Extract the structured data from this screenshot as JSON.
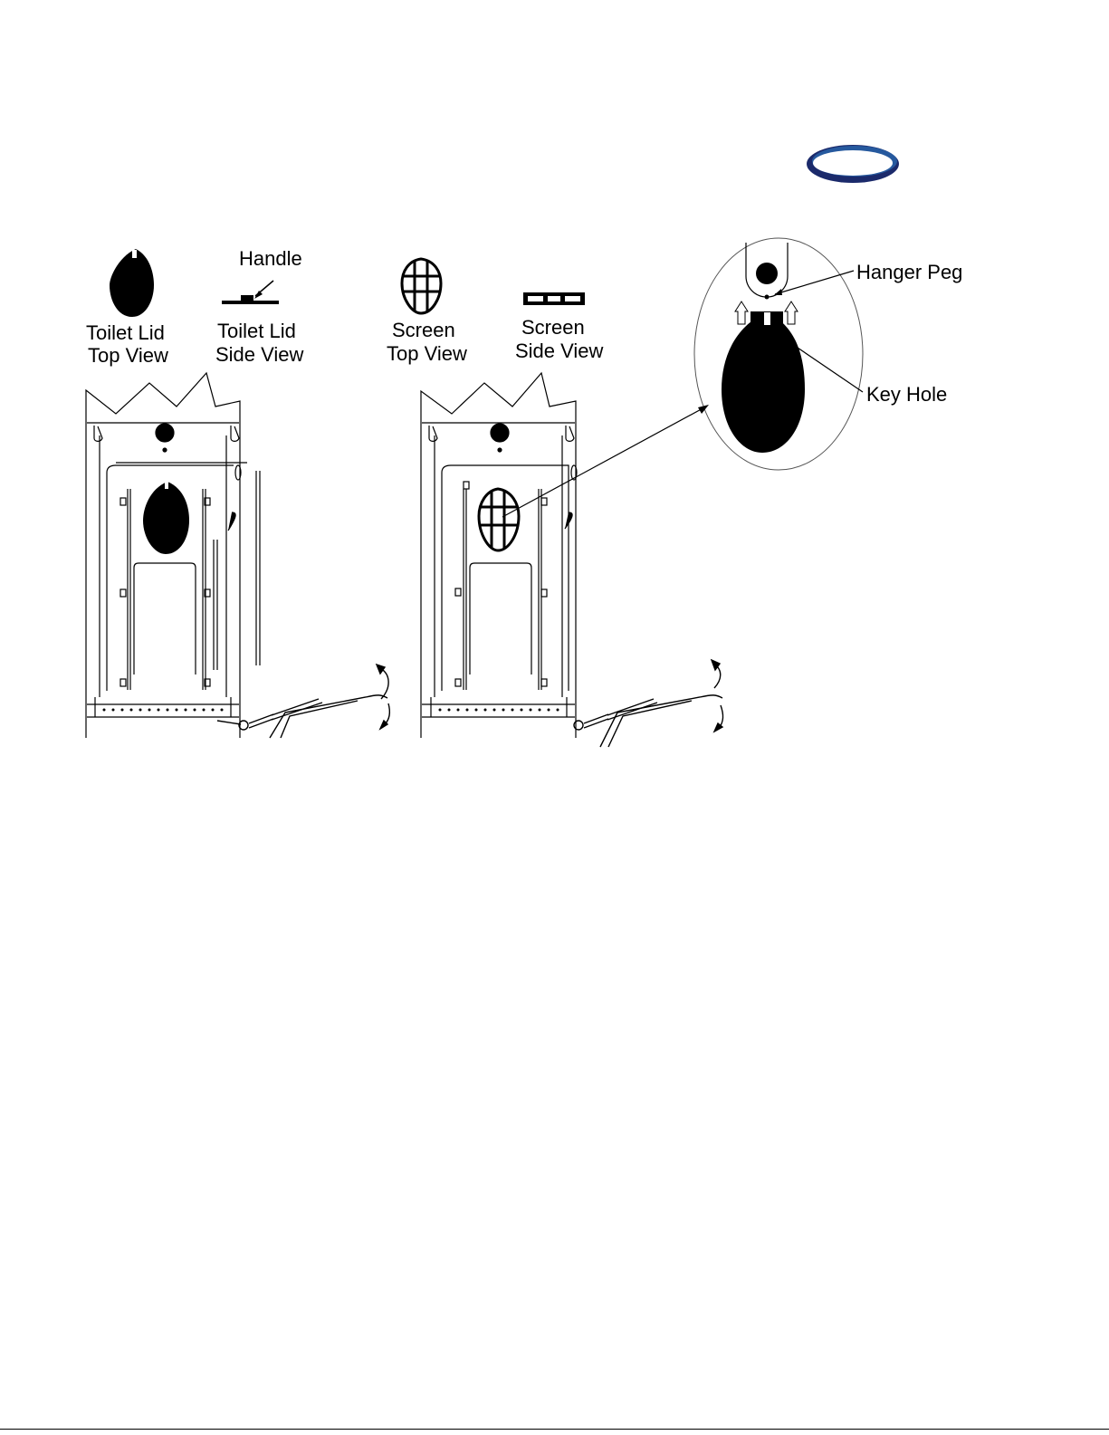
{
  "labels": {
    "handle": "Handle",
    "toilet_lid_top_view": [
      "Toilet Lid",
      "Top View"
    ],
    "toilet_lid_side_view": [
      "Toilet Lid",
      "Side View"
    ],
    "screen_top_view": [
      "Screen",
      "Top View"
    ],
    "screen_side_view": [
      "Screen",
      "Side View"
    ],
    "hanger_peg": "Hanger Peg",
    "key_hole": "Key Hole"
  },
  "colors": {
    "ink": "#000000",
    "badge_fill": "#ffffff",
    "badge_ring": "#1b2a6b",
    "badge_ring_accent": "#2f80c8"
  },
  "icons": [
    "oval-badge-icon",
    "pivot-arrow-icon",
    "up-arrow-icon"
  ]
}
